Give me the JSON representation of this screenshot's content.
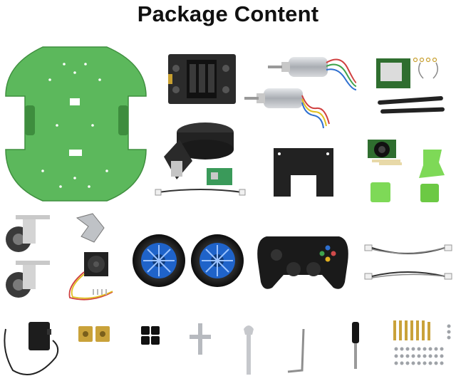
{
  "title": "Package Content",
  "colors": {
    "chassis_green": "#5cb85c",
    "board_black": "#2b2b2b",
    "wheel_blue": "#1f63c9",
    "motor_silver": "#b9bcc1",
    "cable_gray": "#6f6f6f",
    "brass": "#c9a23a",
    "background": "#ffffff"
  },
  "items": [
    "green-acrylic-chassis-plate",
    "battery-driver-board",
    "dc-gear-motors",
    "wifi-card-with-antennas",
    "lidar-sensor",
    "lidar-adapter-board",
    "black-mounting-plate",
    "camera-module",
    "green-camera-bracket",
    "caster-wheels",
    "metal-bracket",
    "cooling-fan",
    "drive-wheels",
    "wireless-gamepad",
    "connection-cables",
    "power-adapter",
    "brass-couplings",
    "rubber-pads",
    "cross-wrench",
    "open-wrench",
    "hex-key",
    "screwdriver",
    "screws-and-standoffs"
  ]
}
